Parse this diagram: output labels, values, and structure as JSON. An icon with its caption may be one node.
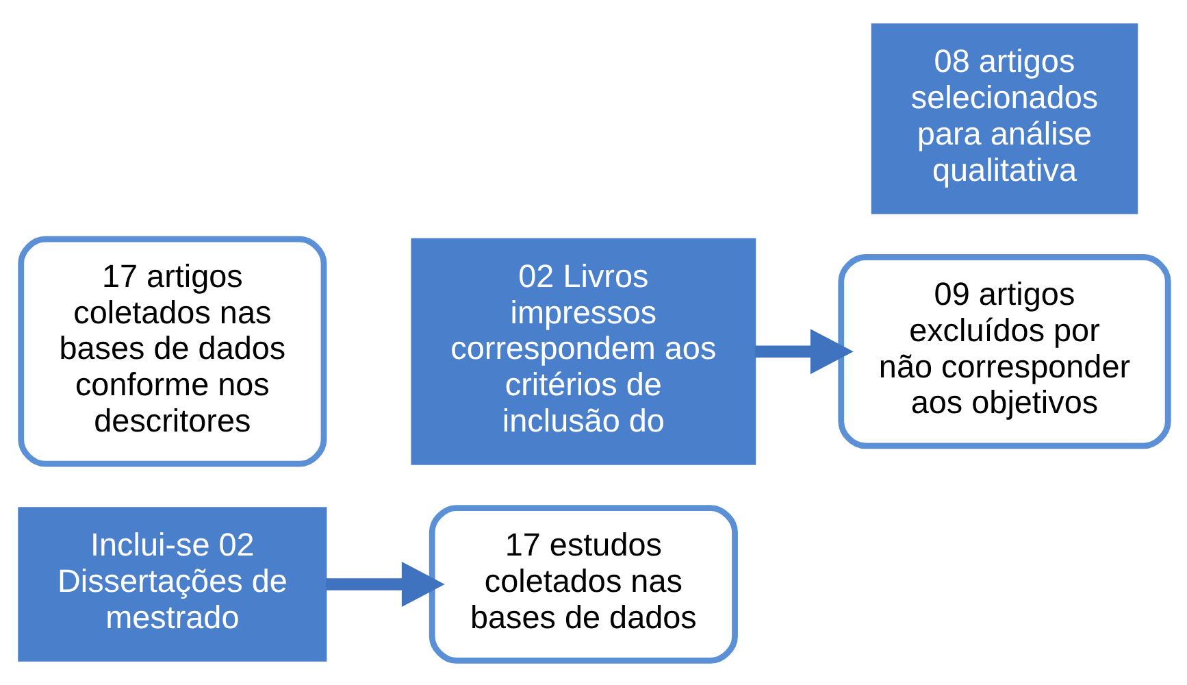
{
  "diagram": {
    "nodes": [
      {
        "text": [
          "17 artigos coletados nas bases de dados conforme nos descritores"
        ]
      },
      {
        "text": [
          "Inclui-se 02 Dissertações de mestrado"
        ]
      },
      {
        "text": [
          "17 estudos coletados nas bases de dados"
        ]
      },
      {
        "text": [
          "02 Livros impressos correspondem aos critérios de inclusão do"
        ]
      },
      {
        "text": [
          "09 artigos excluídos por não corresponder aos objetivos"
        ]
      },
      {
        "text": [
          "08 artigos selecionados para análise qualitativa"
        ]
      }
    ],
    "edges": [
      {
        "from": 1,
        "to": 2,
        "arrow": "to"
      },
      {
        "from": 3,
        "to": 4,
        "arrow": "to"
      }
    ]
  }
}
